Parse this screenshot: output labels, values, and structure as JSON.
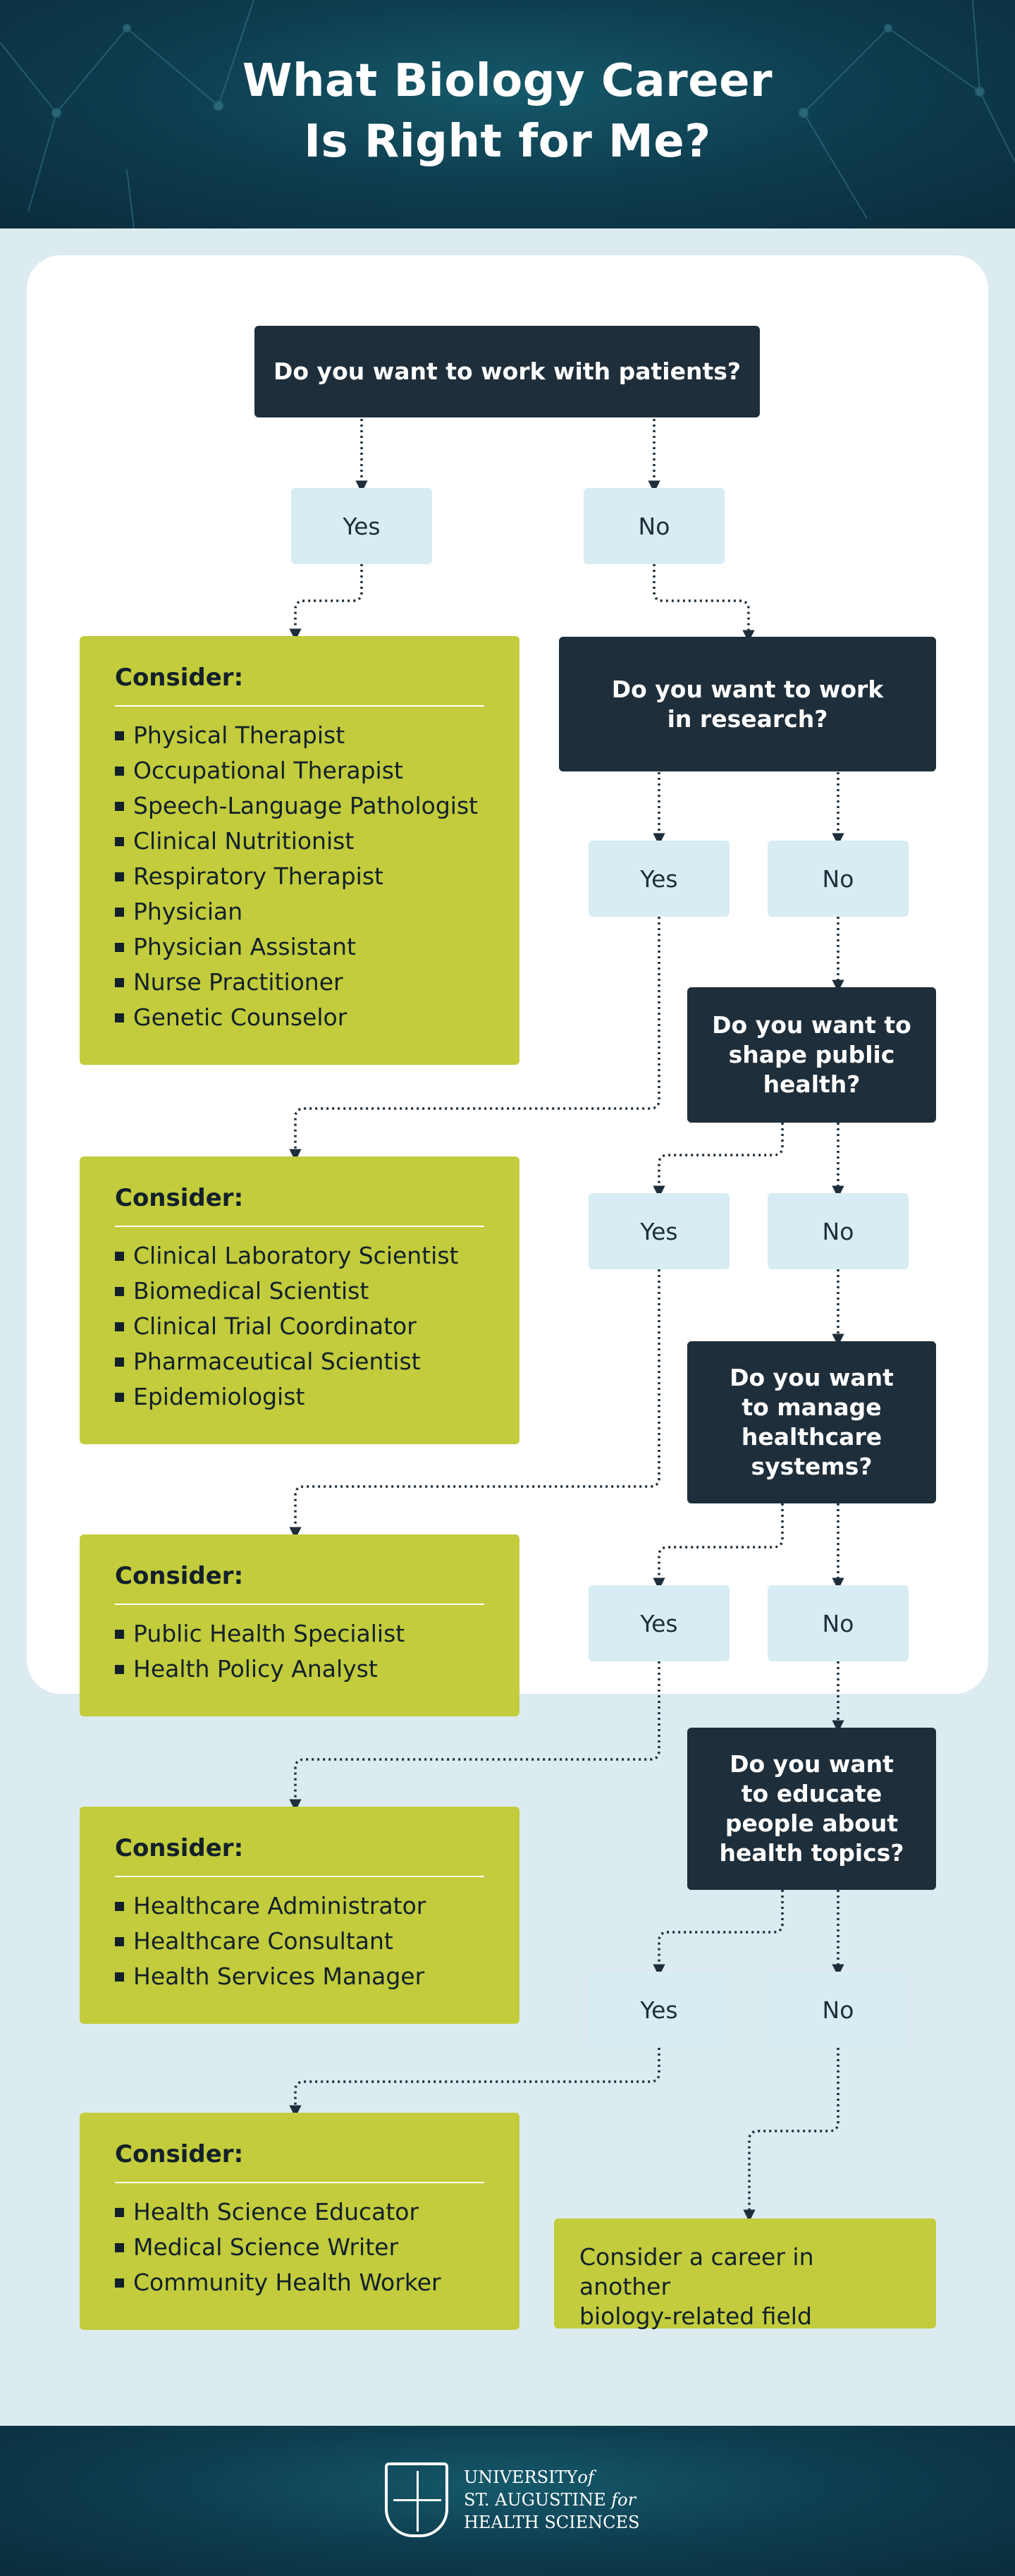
{
  "title": {
    "line1": "What Biology Career",
    "line2": "Is Right for Me?"
  },
  "questions": [
    {
      "id": "q1",
      "lines": [
        "Do you want to work with patients?"
      ]
    },
    {
      "id": "q2",
      "lines": [
        "Do you want to work",
        "in research?"
      ]
    },
    {
      "id": "q3",
      "lines": [
        "Do you want to",
        "shape public",
        "health?"
      ]
    },
    {
      "id": "q4",
      "lines": [
        "Do you want",
        "to manage",
        "healthcare",
        "systems?"
      ]
    },
    {
      "id": "q5",
      "lines": [
        "Do you want",
        "to educate",
        "people about",
        "health topics?"
      ]
    }
  ],
  "answers": {
    "yes": "Yes",
    "no": "No"
  },
  "consider_heading": "Consider:",
  "consider_boxes": [
    {
      "items": [
        "Physical Therapist",
        "Occupational Therapist",
        "Speech-Language Pathologist",
        "Clinical Nutritionist",
        "Respiratory Therapist",
        "Physician",
        "Physician Assistant",
        "Nurse Practitioner",
        "Genetic Counselor"
      ]
    },
    {
      "items": [
        "Clinical Laboratory Scientist",
        "Biomedical Scientist",
        "Clinical Trial Coordinator",
        "Pharmaceutical Scientist",
        "Epidemiologist"
      ]
    },
    {
      "items": [
        "Public Health Specialist",
        "Health Policy Analyst"
      ]
    },
    {
      "items": [
        "Healthcare Administrator",
        "Healthcare Consultant",
        "Health Services Manager"
      ]
    },
    {
      "items": [
        "Health Science Educator",
        "Medical Science Writer",
        "Community Health Worker"
      ]
    }
  ],
  "final": {
    "lines": [
      "Consider a career in another",
      "biology-related field"
    ]
  },
  "footer": {
    "logo": {
      "line1": "UNIVERSITY",
      "line1_suffix": "of",
      "line2": "ST. AUGUSTINE",
      "line2_suffix": "for",
      "line3": "HEALTH SCIENCES"
    }
  },
  "colors": {
    "header_bg": "#0e3f51",
    "question_bg": "#1e2e3a",
    "answer_bg": "#d7ecf3",
    "consider_bg": "#c2cc3c",
    "page_bg": "#dcebf0"
  }
}
